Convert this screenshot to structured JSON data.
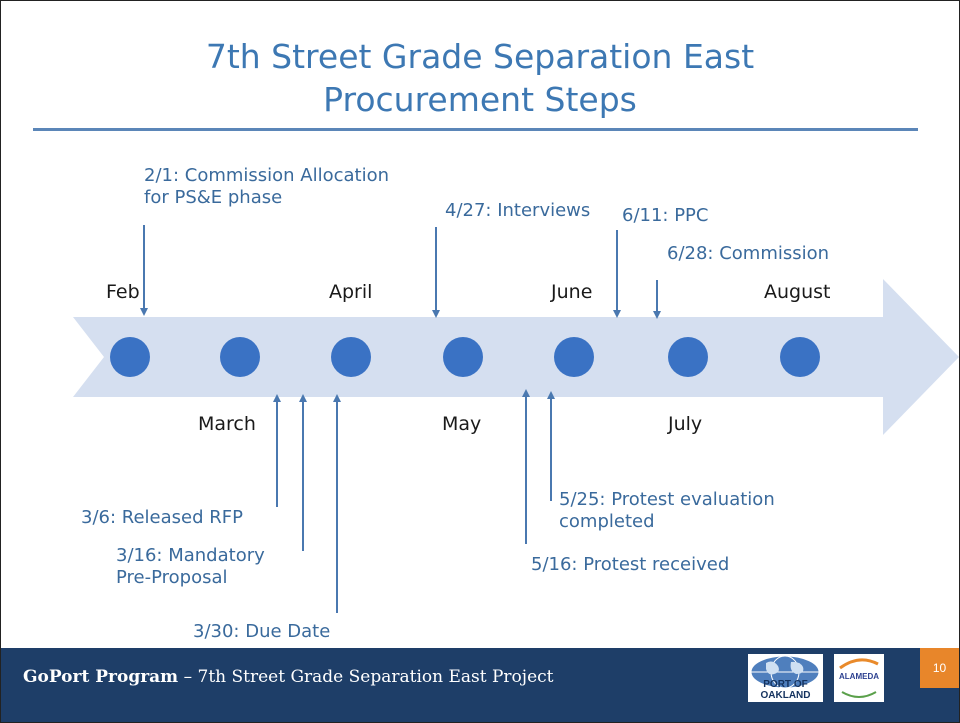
{
  "title": {
    "line1": "7th Street Grade Separation East",
    "line2": "Procurement Steps"
  },
  "months": {
    "feb": "Feb",
    "march": "March",
    "april": "April",
    "may": "May",
    "june": "June",
    "july": "July",
    "august": "August"
  },
  "events": {
    "e_0201": {
      "line1": "2/1:  Commission Allocation",
      "line2": "for PS&E phase"
    },
    "e_0306": "3/6:  Released RFP",
    "e_0316": {
      "line1": "3/16: Mandatory",
      "line2": "Pre-Proposal"
    },
    "e_0330": "3/30:  Due Date",
    "e_0427": "4/27:  Interviews",
    "e_0516": "5/16:  Protest received",
    "e_0525": {
      "line1": "5/25: Protest evaluation",
      "line2": "completed"
    },
    "e_0611": "6/11: PPC",
    "e_0628": "6/28:  Commission"
  },
  "footer": {
    "program": "GoPort Program",
    "separator": " – ",
    "project": "7th Street Grade Separation East Project",
    "logo_port": "PORT OF OAKLAND",
    "logo_alameda": "ALAMEDA",
    "page_number": "10"
  },
  "colors": {
    "title": "#3d78b3",
    "arrow": "#d5dff0",
    "dot": "#3a72c4",
    "annotation": "#3a6a9c",
    "footer_bg": "#1e3e68",
    "page_badge": "#e8862a"
  },
  "icons": {
    "timeline": "arrow-timeline",
    "milestone": "circle-dot",
    "pointer": "arrow-pointer"
  }
}
